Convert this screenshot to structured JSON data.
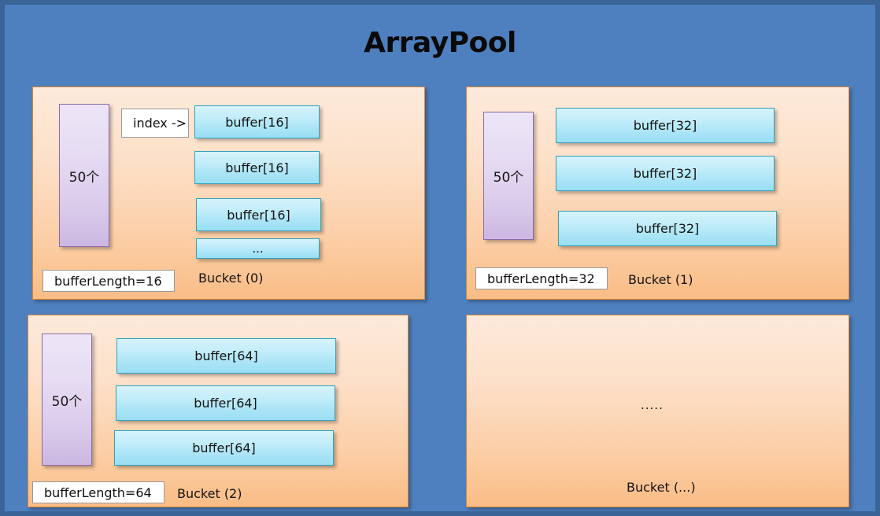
{
  "title": "ArrayPool",
  "theme": {
    "background": "#4e80bf",
    "frame_border": "#3a6398",
    "bucket_border": "#e08330",
    "bucket_fill_top": "#fdeadb",
    "bucket_fill_bottom": "#f9bd86",
    "buffer_border": "#30a3bd",
    "buffer_fill_top": "#d7f3fb",
    "buffer_fill_bottom": "#9adef4",
    "counter_border": "#8c6aa8",
    "counter_fill_top": "#ece5f6",
    "counter_fill_bottom": "#cbb7e2",
    "label_box_bg": "#ffffff",
    "text": "#131313"
  },
  "index_label": "index ->",
  "buckets": [
    {
      "name": "Bucket (0)",
      "counter": "50个",
      "buffer_length_label": "bufferLength=16",
      "buffers": [
        "buffer[16]",
        "buffer[16]",
        "buffer[16]",
        "..."
      ]
    },
    {
      "name": "Bucket (1)",
      "counter": "50个",
      "buffer_length_label": "bufferLength=32",
      "buffers": [
        "buffer[32]",
        "buffer[32]",
        "buffer[32]"
      ]
    },
    {
      "name": "Bucket (2)",
      "counter": "50个",
      "buffer_length_label": "bufferLength=64",
      "buffers": [
        "buffer[64]",
        "buffer[64]",
        "buffer[64]"
      ]
    },
    {
      "name": "Bucket (...)",
      "counter": null,
      "buffer_length_label": null,
      "buffers": [],
      "placeholder": "....."
    }
  ]
}
